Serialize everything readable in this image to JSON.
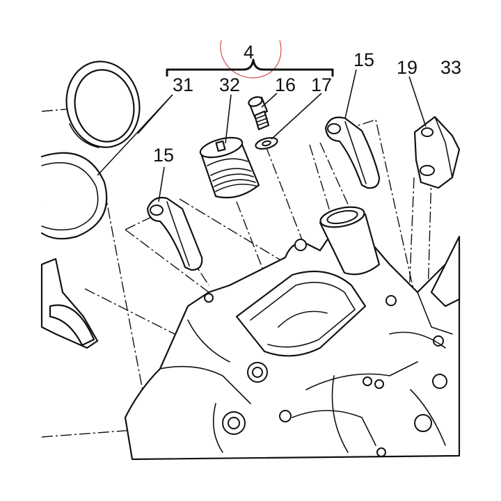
{
  "diagram": {
    "callouts": {
      "assembly": "4",
      "seal_ring": "31",
      "bushing": "32",
      "screw": "16",
      "washer": "17",
      "rocker_left": "15",
      "rocker_right": "15",
      "clamp": "19",
      "edge": "33"
    }
  }
}
